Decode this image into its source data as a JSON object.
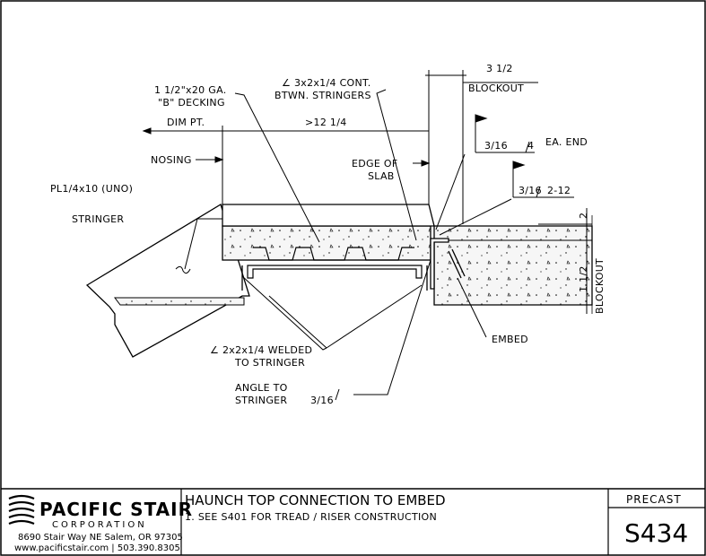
{
  "drawing": {
    "labels": {
      "decking_1": "1 1/2\"x20 GA.",
      "decking_2": "\"B\" DECKING",
      "angle_cont_1": "∠ 3x2x1/4 CONT.",
      "angle_cont_2": "BTWN. STRINGERS",
      "dim_3_5": "3 1/2",
      "blockout_top": "BLOCKOUT",
      "dim_pt": "DIM PT.",
      "dim_12": ">12 1/4",
      "nosing": "NOSING",
      "edge_1": "EDGE OF",
      "edge_2": "SLAB",
      "weld_1_size": "3/16",
      "weld_1_len": "4",
      "ea_end": "EA. END",
      "plate": "PL1/4x10 (UNO)",
      "weld_2_size": "3/16",
      "weld_2_len": "2-12",
      "stringer": "STRINGER",
      "dim_2": "2",
      "dim_1_5": "1 1/2",
      "blockout_side": "BLOCKOUT",
      "embed": "EMBED",
      "angle_welded_1": "∠ 2x2x1/4 WELDED",
      "angle_welded_2": "TO STRINGER",
      "angle_to_1": "ANGLE TO",
      "angle_to_2": "STRINGER",
      "weld_3_size": "3/16"
    }
  },
  "title_block": {
    "company": "PACIFIC STAIR",
    "corporation": "CORPORATION",
    "address": "8690 Stair Way NE Salem, OR 97305",
    "contact": "www.pacificstair.com  |  503.390.8305",
    "title": "HAUNCH TOP CONNECTION TO EMBED",
    "note": "1.  SEE S401 FOR TREAD / RISER CONSTRUCTION",
    "category": "PRECAST",
    "sheet_number": "S434"
  },
  "colors": {
    "line": "#000000",
    "background": "#ffffff",
    "concrete": "#f2f2f2"
  }
}
